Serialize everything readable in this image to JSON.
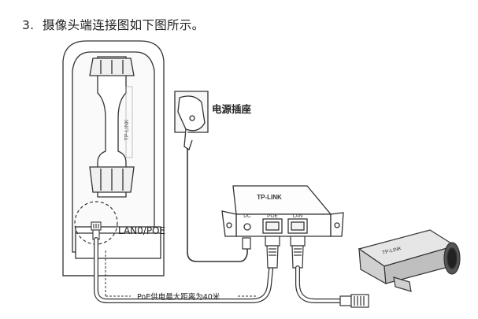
{
  "step": {
    "number": "3.",
    "text": "摄像头端连接图如下图所示。"
  },
  "labels": {
    "power_socket": "电源插座",
    "port_label": "LAN0/POE",
    "poe_distance": "PoE供电最大距离为40米",
    "brand_injector": "TP-LINK",
    "brand_camera": "TP-LINK",
    "brand_cpe": "TP-LINK",
    "port_dc": "DC",
    "port_poe": "POE",
    "port_lan": "LAN"
  }
}
